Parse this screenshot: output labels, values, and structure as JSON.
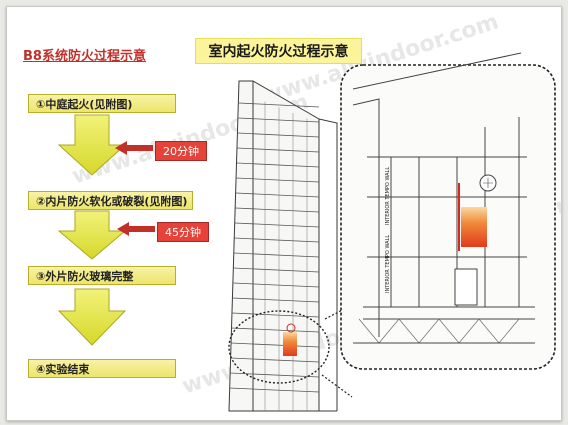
{
  "header": {
    "top_title": "B8系统防火过程示意",
    "main_title": "室内起火防火过程示意"
  },
  "steps": [
    {
      "label": "①中庭起火(见附图)"
    },
    {
      "label": "②内片防火软化或破裂(见附图)"
    },
    {
      "label": "③外片防火玻璃完整"
    },
    {
      "label": "④实验结束"
    }
  ],
  "durations": [
    "20分钟",
    "45分钟"
  ],
  "detail_labels": [
    "INTERIOR TEMPO WALL",
    "INTERIOR TEMPO WALL"
  ],
  "watermark": "www.alwindoor.com",
  "colors": {
    "step_fill": "#ede56a",
    "arrow_fill": "#e6e63a",
    "duration_fill": "#e5433a",
    "fire": "#e8653a"
  }
}
